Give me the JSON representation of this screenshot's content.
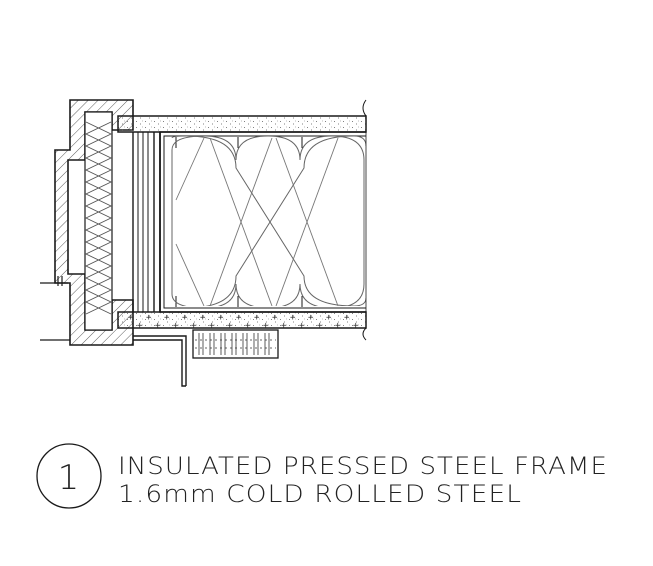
{
  "detail": {
    "number": "1",
    "title_line1": "INSULATED PRESSED STEEL FRAME",
    "title_line2": "1.6mm COLD ROLLED STEEL"
  },
  "colors": {
    "line": "#1a1a1a",
    "thin": "#555555",
    "background": "#ffffff"
  }
}
